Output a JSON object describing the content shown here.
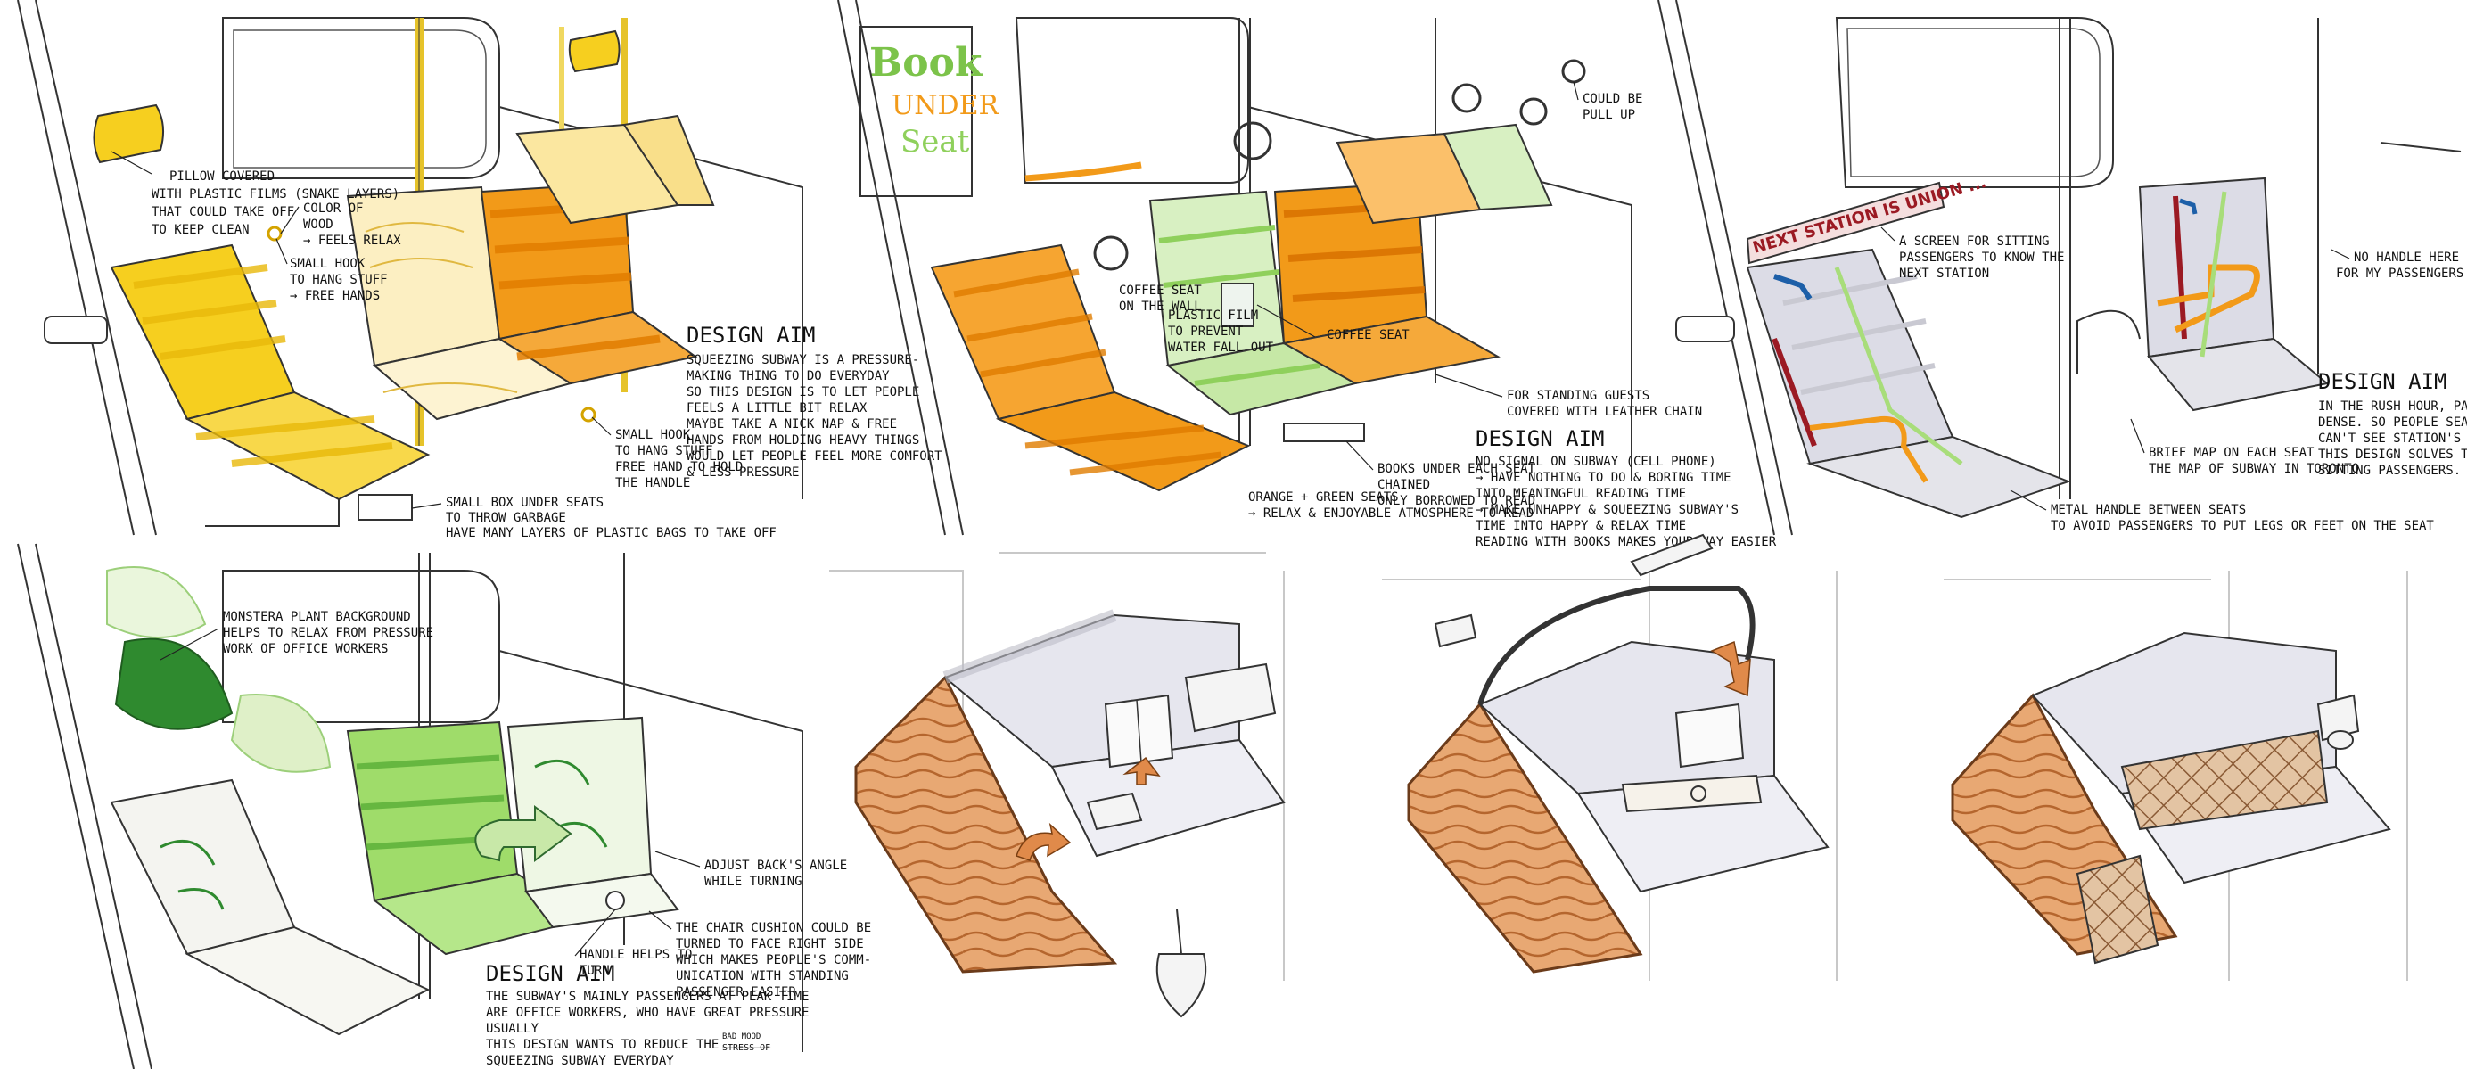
{
  "colors": {
    "yellow": "#f6cf1f",
    "orange": "#f29a19",
    "green": "#8fd05c",
    "wood": "#d38a55",
    "grey": "#c9c9d2",
    "ink": "#1a1a1a",
    "red": "#9b1a23",
    "blue": "#1d5fa8"
  },
  "panel1": {
    "notes": [
      "PILLOW COVERED",
      "WITH PLASTIC FILMS (SNAKE LAYERS)",
      "THAT COULD TAKE OFF",
      "TO KEEP CLEAN",
      "COLOR OF",
      "WOOD",
      "→ FEELS RELAX",
      "SMALL HOOK",
      "TO HANG STUFF",
      "→ FREE HANDS",
      "SMALL HOOK",
      "TO HANG STUFF",
      "FREE HAND TO HOLD",
      "THE HANDLE",
      "SMALL BOX UNDER SEATS",
      "TO THROW GARBAGE",
      "HAVE MANY LAYERS OF PLASTIC BAGS TO TAKE OFF"
    ],
    "aim_title": "DESIGN AIM",
    "aim_lines": [
      "SQUEEZING SUBWAY IS A PRESSURE-",
      "MAKING THING TO DO EVERYDAY",
      "SO THIS DESIGN IS TO LET PEOPLE",
      "FEELS A LITTLE BIT RELAX",
      "MAYBE TAKE A NICK NAP & FREE",
      "HANDS FROM HOLDING HEAVY THINGS",
      "WOULD LET PEOPLE FEEL MORE COMFORT",
      "& LESS PRESSURE"
    ]
  },
  "panel2": {
    "sign": [
      "Book",
      "UNDER",
      "Seat"
    ],
    "notes": [
      "COULD BE",
      "PULL UP",
      "COFFEE SEAT",
      "ON THE WALL",
      "PLASTIC FILM",
      "TO PREVENT",
      "WATER FALL OUT",
      "COFFEE SEAT",
      "FOR STANDING GUESTS",
      "COVERED WITH LEATHER CHAIN",
      "BOOKS UNDER EACH SEAT",
      "CHAINED",
      "ONLY BORROWED TO READ",
      "ORANGE + GREEN SEATS",
      "→ RELAX & ENJOYABLE ATMOSPHERE TO READ"
    ],
    "aim_title": "DESIGN AIM",
    "aim_lines": [
      "NO SIGNAL ON SUBWAY (CELL PHONE)",
      "→ HAVE NOTHING TO DO & BORING TIME",
      "INTO MEANINGFUL READING TIME",
      "→ MAKE UNHAPPY & SQUEEZING SUBWAY'S",
      "TIME INTO HAPPY & RELAX TIME",
      "READING WITH BOOKS MAKES YOUR WAY EASIER"
    ]
  },
  "panel3": {
    "screen": "NEXT STATION IS UNION ...",
    "notes": [
      "A SCREEN FOR SITTING",
      "PASSENGERS TO KNOW THE",
      "NEXT STATION",
      "NO HANDLE HERE",
      "FOR MY PASSENGERS",
      "BRIEF MAP ON EACH SEAT",
      "THE MAP OF SUBWAY IN TORONTO",
      "METAL HANDLE BETWEEN SEATS",
      "TO AVOID PASSENGERS TO PUT LEGS OR FEET ON THE SEAT"
    ],
    "aim_title": "DESIGN AIM",
    "aim_lines": [
      "IN THE RUSH HOUR, PASSENGERS ARE",
      "DENSE. SO PEOPLE SEATED ON SEATS",
      "CAN'T SEE STATION'S INFORMATION.",
      "THIS DESIGN SOLVES THAT PROBLEM FOR",
      "SITTING PASSENGERS."
    ]
  },
  "panel4": {
    "notes": [
      "MONSTERA PLANT BACKGROUND",
      "HELPS TO RELAX FROM PRESSURE",
      "WORK OF OFFICE WORKERS",
      "ADJUST BACK'S ANGLE",
      "WHILE TURNING",
      "HANDLE HELPS TO",
      "TURN",
      "THE CHAIR CUSHION COULD BE",
      "TURNED TO FACE RIGHT SIDE",
      "WHICH MAKES PEOPLE'S COMM-",
      "UNICATION WITH STANDING",
      "PASSENGER EASIER"
    ],
    "aim_title": "DESIGN AIM",
    "aim_lines": [
      "THE SUBWAY'S MAINLY PASSENGERS AT PEAK TIME",
      "ARE OFFICE WORKERS, WHO HAVE GREAT PRESSURE",
      "USUALLY",
      "THIS DESIGN WANTS TO REDUCE THE",
      "SQUEEZING SUBWAY EVERYDAY"
    ],
    "aim_extra": [
      "BAD MOOD",
      "STRESS OF"
    ]
  }
}
